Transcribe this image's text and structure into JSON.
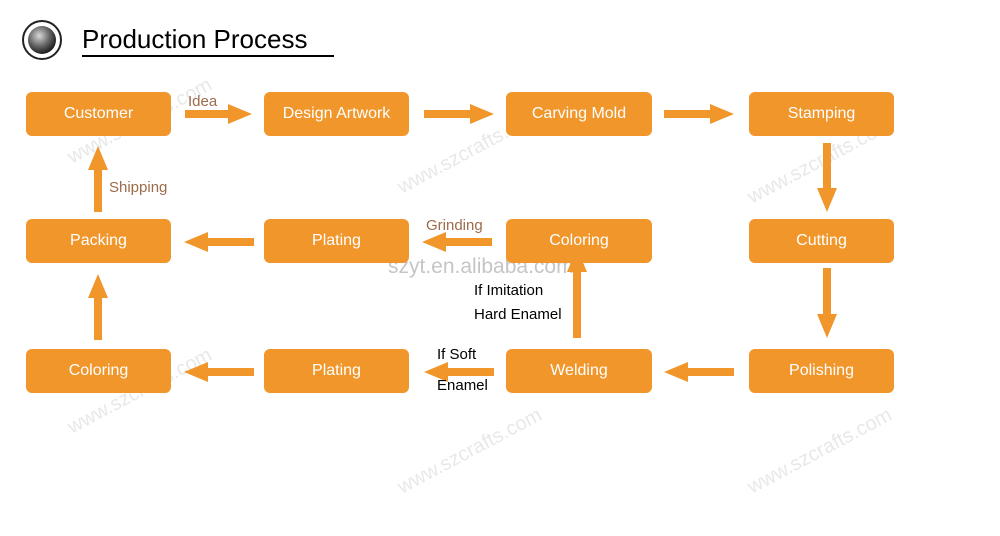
{
  "title": "Production Process",
  "colors": {
    "box": "#F0962B",
    "arrow": "#F0962B",
    "brown_label": "#9C6B4A",
    "black_label": "#000000"
  },
  "watermark": {
    "center": "szyt.en.alibaba.com",
    "repeat": "www.szcrafts.com"
  },
  "nodes": [
    {
      "id": "customer",
      "label": "Customer"
    },
    {
      "id": "design-artwork",
      "label": "Design Artwork"
    },
    {
      "id": "carving-mold",
      "label": "Carving Mold"
    },
    {
      "id": "stamping",
      "label": "Stamping"
    },
    {
      "id": "cutting",
      "label": "Cutting"
    },
    {
      "id": "polishing",
      "label": "Polishing"
    },
    {
      "id": "welding",
      "label": "Welding"
    },
    {
      "id": "coloring-mid",
      "label": "Coloring"
    },
    {
      "id": "plating-mid",
      "label": "Plating"
    },
    {
      "id": "packing",
      "label": "Packing"
    },
    {
      "id": "plating-bottom",
      "label": "Plating"
    },
    {
      "id": "coloring-bottom",
      "label": "Coloring"
    }
  ],
  "edges": [
    {
      "from": "customer",
      "to": "design-artwork",
      "label": "Idea"
    },
    {
      "from": "design-artwork",
      "to": "carving-mold",
      "label": ""
    },
    {
      "from": "carving-mold",
      "to": "stamping",
      "label": ""
    },
    {
      "from": "stamping",
      "to": "cutting",
      "label": ""
    },
    {
      "from": "cutting",
      "to": "polishing",
      "label": ""
    },
    {
      "from": "polishing",
      "to": "welding",
      "label": ""
    },
    {
      "from": "welding",
      "to": "coloring-mid",
      "label": "If Imitation Hard Enamel"
    },
    {
      "from": "coloring-mid",
      "to": "plating-mid",
      "label": "Grinding"
    },
    {
      "from": "plating-mid",
      "to": "packing",
      "label": ""
    },
    {
      "from": "welding",
      "to": "plating-bottom",
      "label": "If Soft Enamel"
    },
    {
      "from": "plating-bottom",
      "to": "coloring-bottom",
      "label": ""
    },
    {
      "from": "coloring-bottom",
      "to": "packing",
      "label": ""
    },
    {
      "from": "packing",
      "to": "customer",
      "label": "Shipping"
    }
  ],
  "edge_labels": {
    "idea": "Idea",
    "shipping": "Shipping",
    "grinding": "Grinding",
    "imitation_line1": "If Imitation",
    "imitation_line2": "Hard Enamel",
    "soft_line1": "If Soft",
    "soft_line2": "Enamel"
  }
}
